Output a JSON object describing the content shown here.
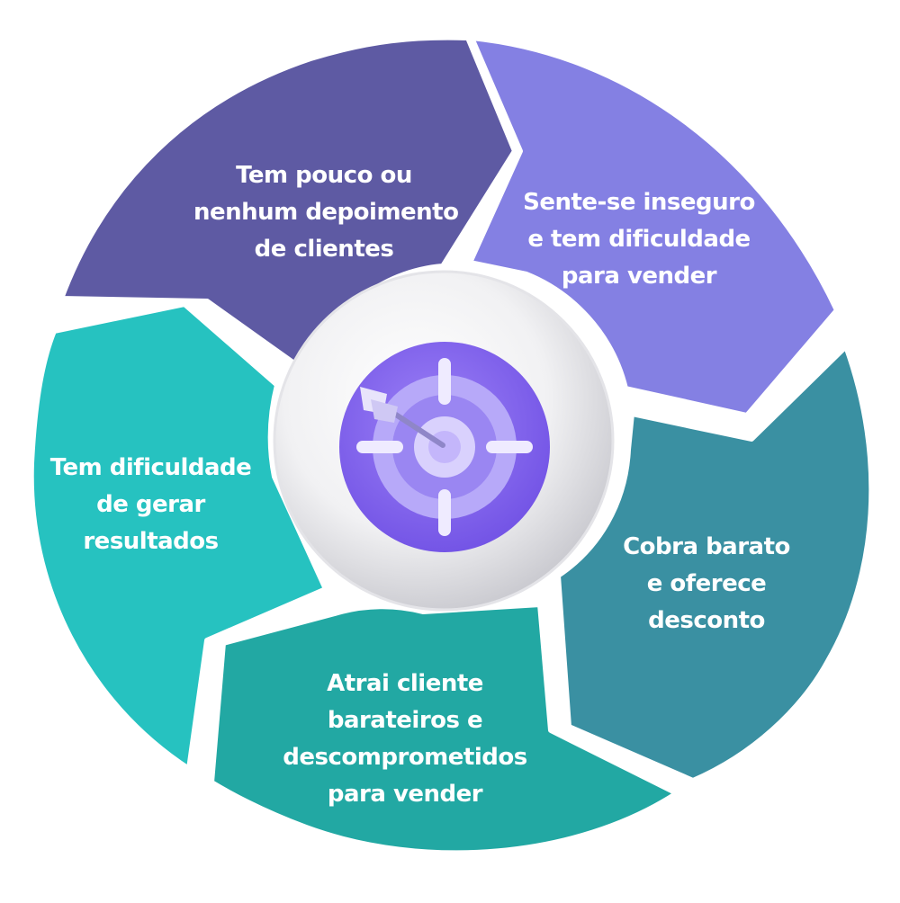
{
  "cycle": {
    "segments": [
      {
        "id": "segment-1",
        "color": "#5e5aa3",
        "lines": [
          "Tem pouco ou",
          "nenhum depoimento",
          "de clientes"
        ]
      },
      {
        "id": "segment-2",
        "color": "#8480e3",
        "lines": [
          "Sente-se inseguro",
          "e tem dificuldade",
          "para vender"
        ]
      },
      {
        "id": "segment-3",
        "color": "#3a90a2",
        "lines": [
          "Cobra barato",
          "e oferece",
          "desconto"
        ]
      },
      {
        "id": "segment-4",
        "color": "#22a8a3",
        "lines": [
          "Atrai cliente",
          "barateiros e",
          "descomprometidos",
          "para vender"
        ]
      },
      {
        "id": "segment-5",
        "color": "#26c2c0",
        "lines": [
          "Tem dificuldade",
          "de gerar",
          "resultados"
        ]
      }
    ],
    "center_icon": "target-with-arrow-icon",
    "center_colors": {
      "disc": "#8b6cf0",
      "ring": "#b6a8f8",
      "inner": "#d7cffc",
      "crosshair": "#ece8ff"
    }
  }
}
